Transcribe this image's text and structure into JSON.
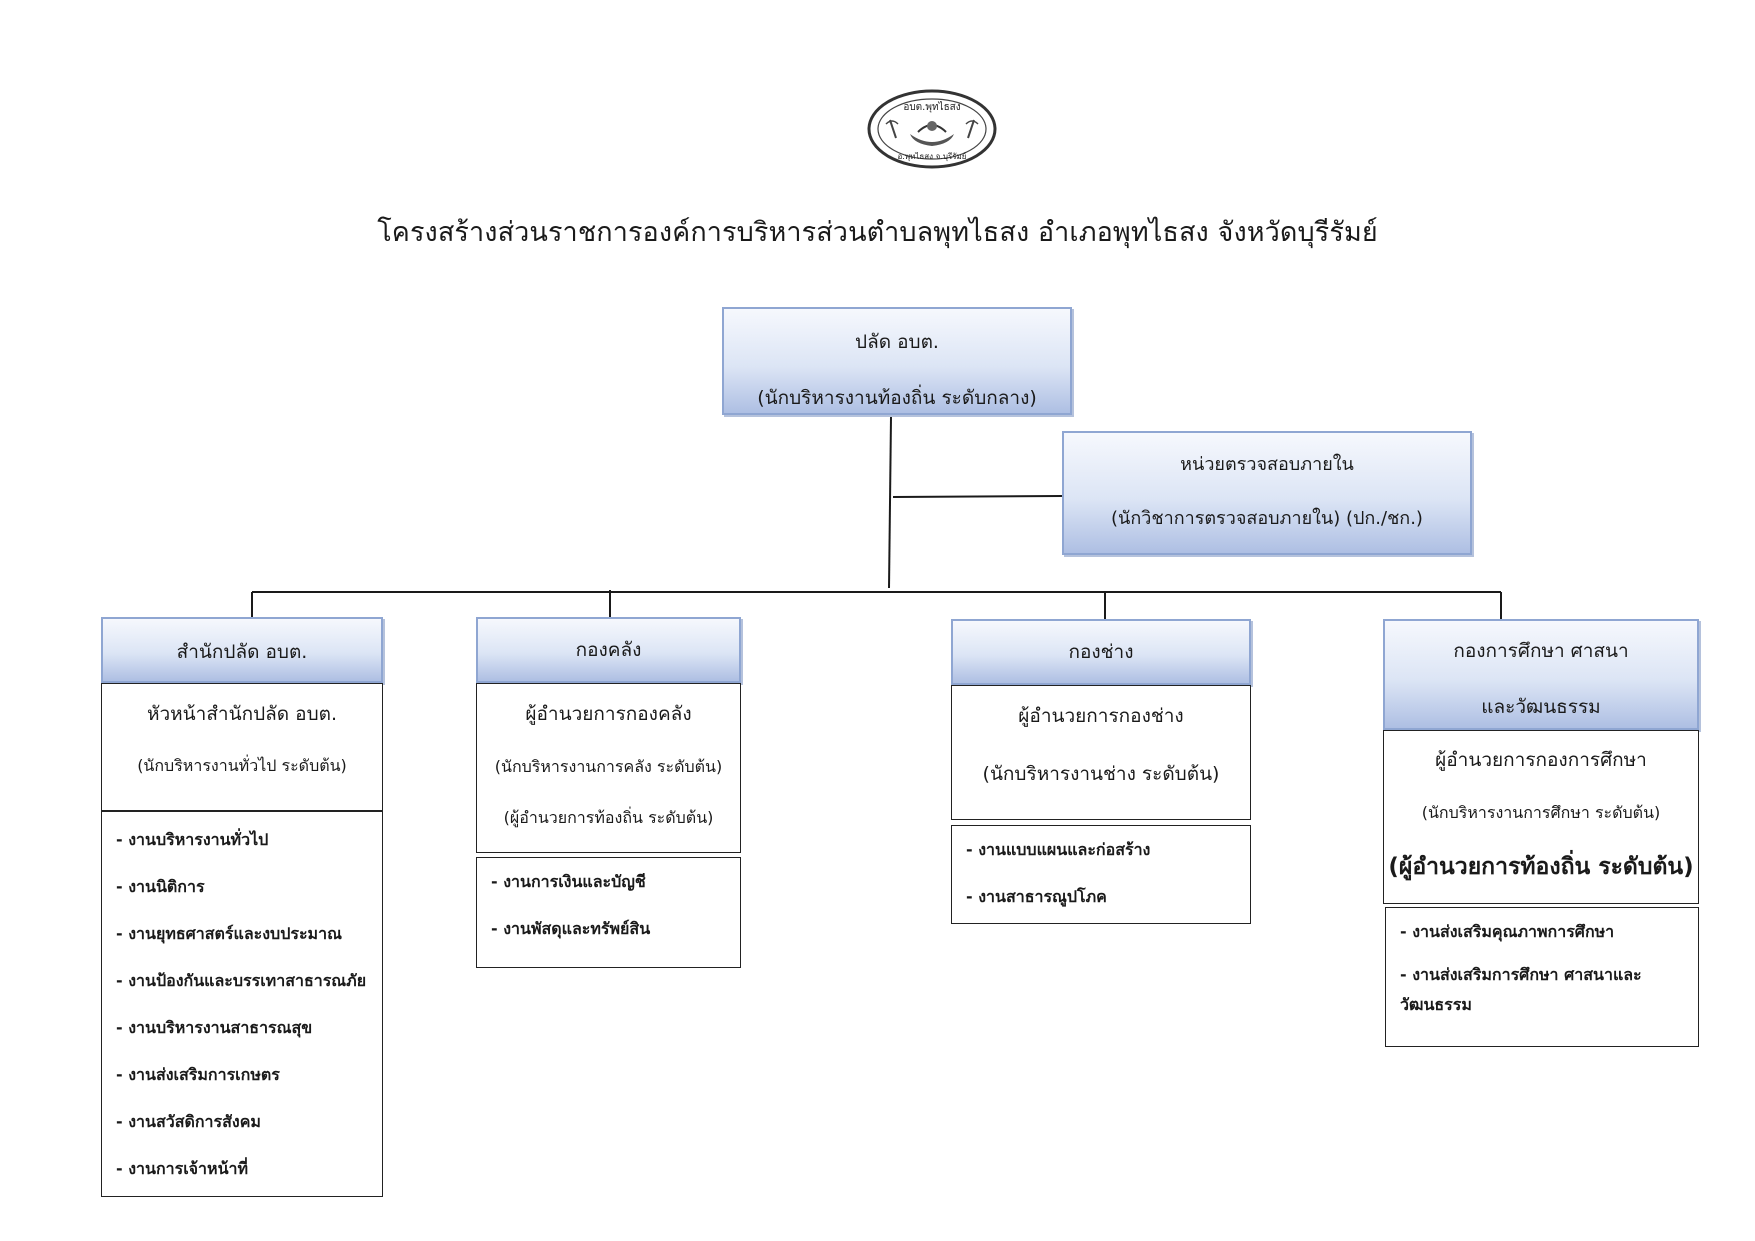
{
  "seal": {
    "top_text": "อบต.พุทไธสง",
    "bottom_text": "อ.พุทไธสง จ.บุรีรัมย์"
  },
  "title": "โครงสร้างส่วนราชการองค์การบริหารส่วนตำบลพุทไธสง  อำเภอพุทไธสง  จังหวัดบุรีรัมย์",
  "top": {
    "title": "ปลัด  อบต.",
    "subtitle": "(นักบริหารงานท้องถิ่น ระดับกลาง)"
  },
  "audit": {
    "title": "หน่วยตรวจสอบภายใน",
    "subtitle": "(นักวิชาการตรวจสอบภายใน) (ปก./ชก.)"
  },
  "departments": [
    {
      "name": "สำนักปลัด อบต.",
      "head": "หัวหน้าสำนักปลัด อบต.",
      "position": "(นักบริหารงานทั่วไป ระดับต้น)",
      "tasks": [
        "- งานบริหารงานทั่วไป",
        "- งานนิติการ",
        "- งานยุทธศาสตร์และงบประมาณ",
        "- งานป้องกันและบรรเทาสาธารณภัย",
        "- งานบริหารงานสาธารณสุข",
        "- งานส่งเสริมการเกษตร",
        "- งานสวัสดิการสังคม",
        "- งานการเจ้าหน้าที่"
      ]
    },
    {
      "name": "กองคลัง",
      "head": "ผู้อำนวยการกองคลัง",
      "position": "(นักบริหารงานการคลัง ระดับต้น)",
      "note": "(ผู้อำนวยการท้องถิ่น ระดับต้น)",
      "tasks": [
        "- งานการเงินและบัญชี",
        "- งานพัสดุและทรัพย์สิน"
      ]
    },
    {
      "name": "กองช่าง",
      "head": "ผู้อำนวยการกองช่าง",
      "position": "(นักบริหารงานช่าง ระดับต้น)",
      "tasks": [
        "- งานแบบแผนและก่อสร้าง",
        "- งานสาธารณูปโภค"
      ]
    },
    {
      "name_line1": "กองการศึกษา ศาสนา",
      "name_line2": "และวัฒนธรรม",
      "head": "ผู้อำนวยการกองการศึกษา",
      "position": "(นักบริหารงานการศึกษา ระดับต้น)",
      "note": "(ผู้อำนวยการท้องถิ่น ระดับต้น)",
      "tasks": [
        "- งานส่งเสริมคุณภาพการศึกษา",
        "- งานส่งเสริมการศึกษา ศาสนาและวัฒนธรรม"
      ]
    }
  ],
  "colors": {
    "header_gradient_top": "#f6f8fd",
    "header_gradient_bottom": "#aebfe3",
    "header_border": "#8fa6d2",
    "line": "#1a1a1a"
  }
}
